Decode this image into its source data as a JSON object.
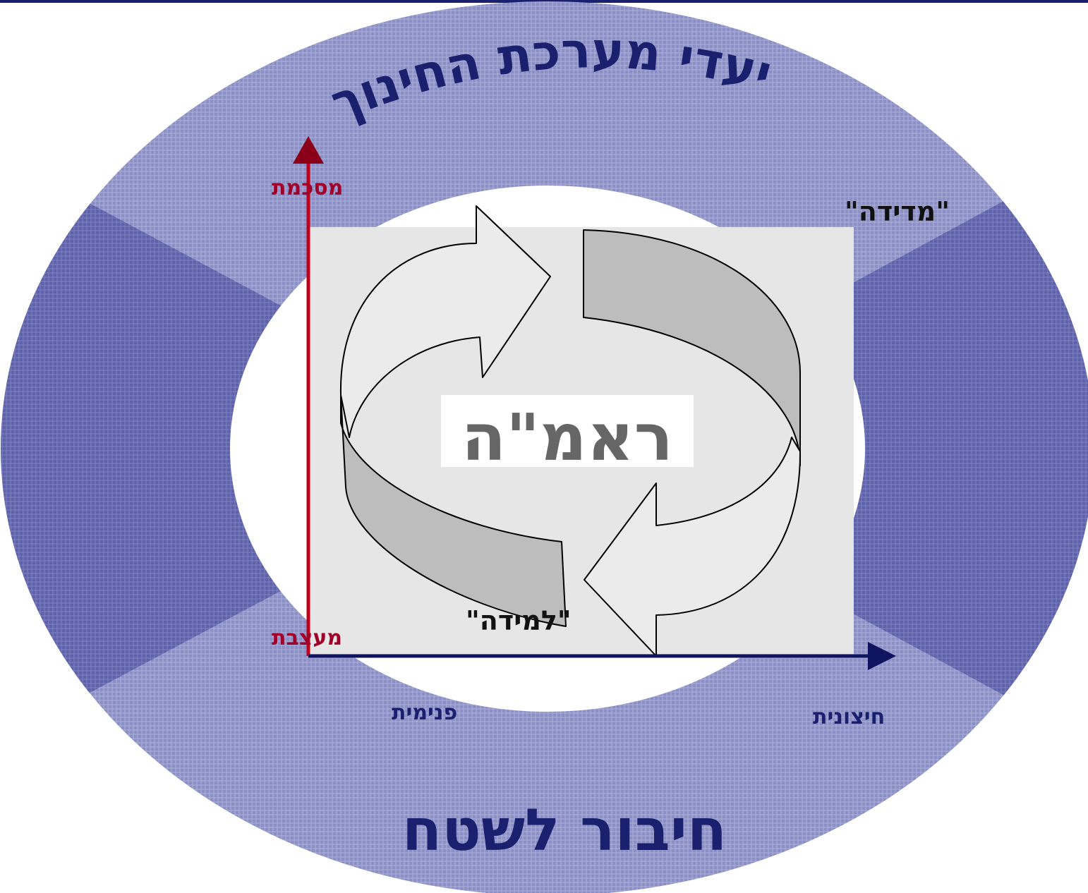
{
  "texts": {
    "top_arc": "יעדי מערכת החינוך",
    "bottom": "חיבור לשטח",
    "center": "ראמ\"ה",
    "measurement": "\"מדידה\"",
    "learning": "\"למידה\"",
    "y_top": "מסכמת",
    "y_bottom": "מעצבת",
    "x_left": "פנימית",
    "x_right": "חיצונית"
  },
  "colors": {
    "ring": "#8286bf",
    "ring_dark": "#5b5fa8",
    "title_text": "#1a1f6e",
    "axis_red": "#c0001a",
    "axis_navy": "#0e145f",
    "label_red": "#a0002a",
    "label_navy": "#1a1f6e",
    "center_text": "#666666",
    "inner_panel": "#e6e6e6",
    "arrow_light": "#ebebeb",
    "arrow_dark": "#bdbdbd",
    "top_border": "#1a1f6e"
  },
  "icons": {
    "cycle": "cycle-arrows-icon",
    "y_axis_arrow": "up-arrow-icon",
    "x_axis_arrow": "right-arrow-icon"
  }
}
